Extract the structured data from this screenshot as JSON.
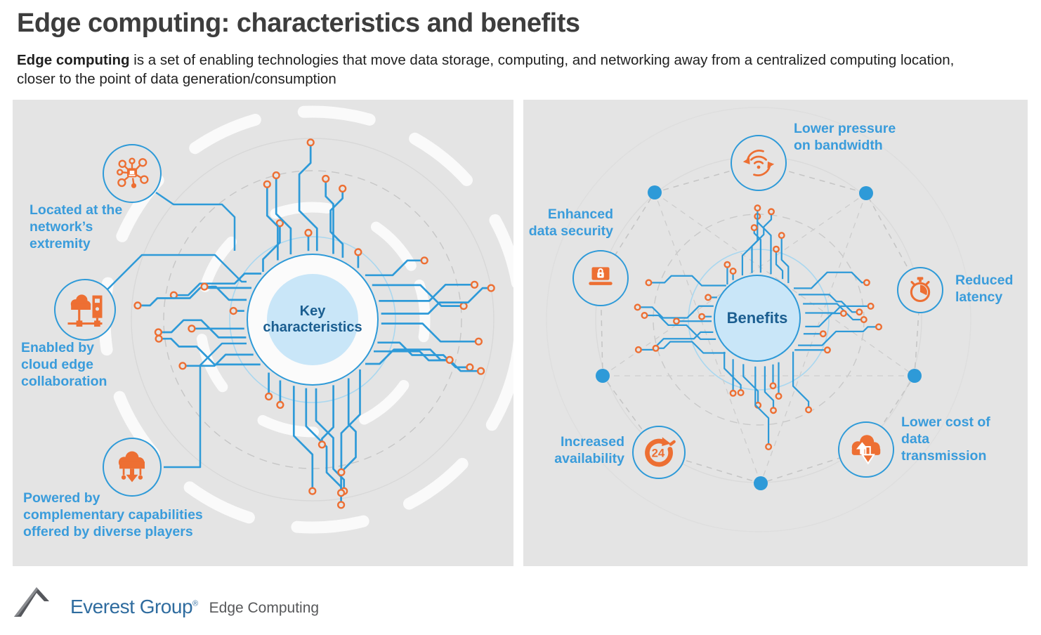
{
  "header": {
    "title": "Edge computing: characteristics and benefits",
    "subtitle_bold": "Edge computing",
    "subtitle_rest": " is a set of enabling technologies that move data storage, computing, and networking away from a centralized computing location, closer to the point of data generation/consumption"
  },
  "left_panel": {
    "center_label": "Key characteristics",
    "items": [
      {
        "label": "Located  at the\nnetwork’s\nextremity",
        "icon": "network-edge-icon"
      },
      {
        "label": "Enabled by\ncloud edge\ncollaboration",
        "icon": "cloud-server-icon"
      },
      {
        "label": "Powered by\ncomplementary capabilities\noffered by diverse players",
        "icon": "cloud-download-icon"
      }
    ]
  },
  "right_panel": {
    "center_label": "Benefits",
    "items": [
      {
        "label": "Lower pressure\non bandwidth",
        "icon": "bandwidth-icon"
      },
      {
        "label": "Enhanced\ndata security",
        "icon": "data-security-icon"
      },
      {
        "label": "Reduced\nlatency",
        "icon": "stopwatch-icon"
      },
      {
        "label": "Increased\navailability",
        "icon": "availability-24-icon"
      },
      {
        "label": "Lower cost of\ndata\ntransmission",
        "icon": "data-transmission-icon"
      }
    ]
  },
  "footer": {
    "brand": "Everest Group",
    "registered": "®",
    "caption": "Edge Computing"
  },
  "colors": {
    "accent_blue": "#2e9ad8",
    "accent_orange": "#ed6f33",
    "label_blue": "#3a9cdb",
    "center_text_blue": "#1b5e90",
    "panel_background": "#e4e4e4",
    "light_blue_fill": "#c9e6f8"
  }
}
